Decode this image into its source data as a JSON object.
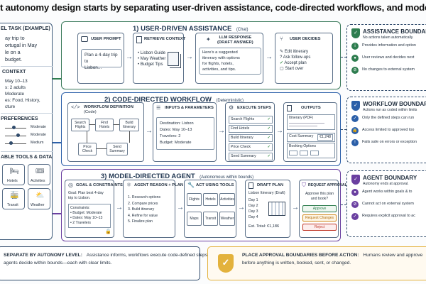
{
  "title": "t autonomy design starts by separating user-driven assistance, code-directed workflows, and model-directed agents, then placing approval boundari",
  "left": {
    "task_header": "EL TASK (EXAMPLE)",
    "task_lines": [
      "ay trip to",
      "ortugal in May",
      "le on a",
      "budget."
    ],
    "context_header": "CONTEXT",
    "context_lines": [
      "May 10–13",
      "s: 2 adults",
      "Moderate",
      "es: Food, History,",
      "cture"
    ],
    "prefs_header": "PREFERENCES",
    "prefs": [
      "Moderate",
      "Moderate",
      "Medium"
    ],
    "tools_header": "ABLE TOOLS & DATA",
    "tools": [
      "Hotels",
      "Activities",
      "Transit",
      "Weather"
    ]
  },
  "section1": {
    "title": "1) USER-DRIVEN ASSISTANCE",
    "sub": "(Chat)",
    "user_prompt_label": "USER PROMPT",
    "user_prompt_text": [
      "Plan a 4-day trip to",
      "Lisbon..."
    ],
    "retrieve_label": "RETRIEVE CONTEXT",
    "retrieve_items": [
      "Lisbon Guide",
      "May Weather",
      "Budget Tips"
    ],
    "llm_label": [
      "LLM RESPONSE",
      "(DRAFT ANSWER)"
    ],
    "llm_text": [
      "Here's a suggested",
      "itinerary with options",
      "for flights, hotels,",
      "activities, and tips."
    ],
    "decides_label": "USER DECIDES",
    "decides_items": [
      "Edit itinerary",
      "Ask follow-ups",
      "Accept plan",
      "Start over"
    ]
  },
  "section2": {
    "title": "2) CODE-DIRECTED WORKFLOW",
    "sub": "(Deterministic)",
    "wf_label": [
      "WORKFLOW DEFINITION",
      "(Code)"
    ],
    "wf_boxes": [
      "Search Flights",
      "Find Hotels",
      "Build Itinerary",
      "Price Check",
      "Send Summary"
    ],
    "inputs_label": "INPUTS & PARAMETERS",
    "inputs_lines": [
      "Destination: Lisbon",
      "Dates: May 10–13",
      "Travelers: 2",
      "Budget: Moderate"
    ],
    "steps_label": "EXECUTE STEPS",
    "steps": [
      "Search Flights",
      "Find Hotels",
      "Build Itinerary",
      "Price Check",
      "Send Summary"
    ],
    "outputs_label": "OUTPUTS",
    "out_itin": "Itinerary (PDF)",
    "out_cost_label": "Cost Summary",
    "out_cost_value": "€1,248",
    "out_booking": "Booking Options"
  },
  "section3": {
    "title": "3) MODEL-DIRECTED AGENT",
    "sub": "(Autonomous within bounds)",
    "goal_label": "GOAL & CONSTRAINTS",
    "goal_text": [
      "Goal: Plan best 4-day",
      "trip to Lisbon."
    ],
    "constraints": [
      "Constraints:",
      "• Budget: Moderate",
      "• Dates: May 10–13",
      "• 2 Travelers"
    ],
    "reason_label": "AGENT REASON + PLAN",
    "reason_steps": [
      "1. Research options",
      "2. Compare prices",
      "3. Build itinerary",
      "4. Refine for value",
      "5. Finalize plan"
    ],
    "act_label": "ACT USING TOOLS",
    "act_tools": [
      "Flights",
      "Hotels",
      "Activities",
      "Maps",
      "Transit",
      "Weather"
    ],
    "draft_label": "DRAFT PLAN",
    "draft_title": "Lisbon Itinerary (Draft)",
    "draft_days": [
      "Day 1",
      "Day 2",
      "Day 3",
      "Day 4"
    ],
    "draft_total": "Est. Total: €1,186",
    "approval_label": "REQUEST APPROVAL",
    "approval_q": [
      "Approve this plan",
      "and book?"
    ],
    "approve": "Approve",
    "request_changes": "Request Changes",
    "reject": "Reject"
  },
  "boundaries": [
    {
      "title": "ASSISTANCE BOUNDARY",
      "sub": "No actions taken automatically.",
      "items": [
        "Provides information and option",
        "User reviews and decides next",
        "No changes to external system"
      ],
      "color": "#2e7d4f"
    },
    {
      "title": "WORKFLOW BOUNDARY",
      "sub": "Actions run as coded within limits",
      "items": [
        "Only the defined steps can run",
        "Access limited to approved too",
        "Fails safe on errors or exception"
      ],
      "color": "#2b5fa8"
    },
    {
      "title": "AGENT BOUNDARY",
      "sub": "Autonomy ends at approval.",
      "items": [
        "Agent works within goals & to",
        "Cannot act on external system",
        "Requires explicit approval to ac"
      ],
      "color": "#6a3fa0"
    }
  ],
  "footer": {
    "left_bold": "SEPARATE BY AUTONOMY LEVEL:",
    "left_text_1": "Assistance informs, workflows execute code-defined steps,",
    "left_text_2": "agents decide within bounds—each with clear limits.",
    "right_bold": "PLACE APPROVAL BOUNDARIES BEFORE ACTION:",
    "right_text_1": "Humans review and approve",
    "right_text_2": "before anything is written, booked, sent, or changed."
  },
  "colors": {
    "navy": "#2f4a6b",
    "green": "#2e7d4f",
    "blue": "#2b5fa8",
    "purple": "#6a3fa0",
    "amber": "#e3b23c"
  }
}
